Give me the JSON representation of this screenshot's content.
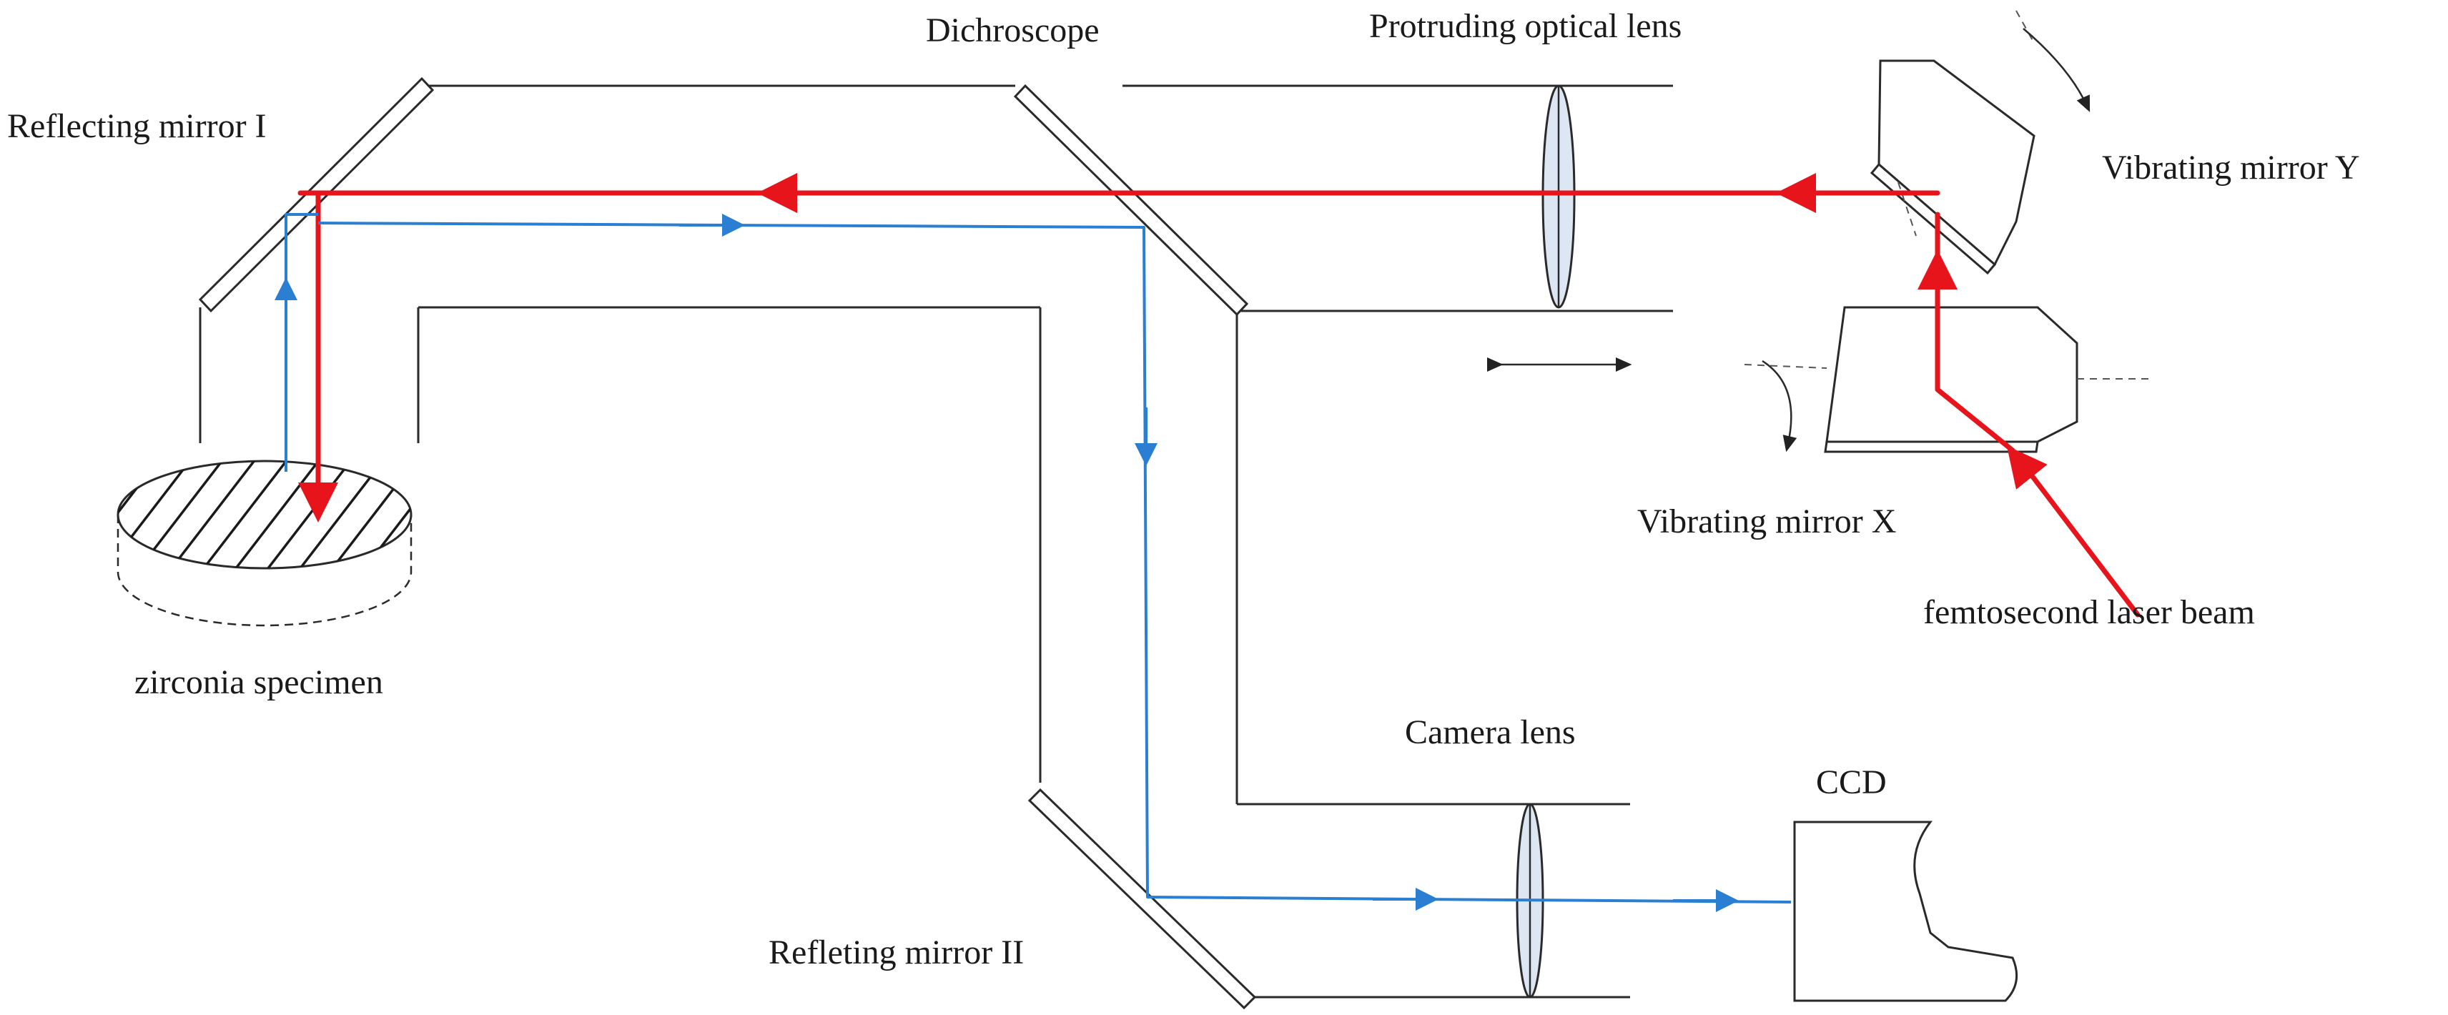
{
  "labels": {
    "dichroscope": "Dichroscope",
    "protruding_lens": "Protruding optical lens",
    "reflecting_mirror_1": "Reflecting mirror I",
    "vibrating_mirror_y": "Vibrating mirror Y",
    "vibrating_mirror_x": "Vibrating mirror X",
    "femtosecond_beam": "femtosecond laser beam",
    "zirconia_specimen": "zirconia specimen",
    "camera_lens": "Camera lens",
    "ccd": "CCD",
    "reflecting_mirror_2": "Refleting mirror II"
  },
  "colors": {
    "laser_beam": "#e8141c",
    "imaging_beam": "#2b7fd3",
    "lens_fill": "#dde7f3",
    "outline": "#2a2a2a"
  }
}
